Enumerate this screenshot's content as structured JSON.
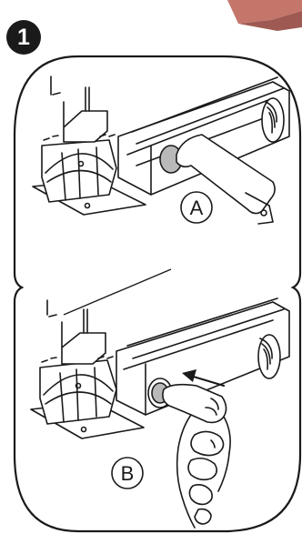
{
  "step": {
    "number": "1"
  },
  "panels": [
    {
      "label": "A"
    },
    {
      "label": "B"
    }
  ],
  "colors": {
    "ink": "#1a1a1a",
    "button_gray": "#b9b9b9",
    "corner_tab": "#c4766b",
    "paper": "#ffffff"
  }
}
